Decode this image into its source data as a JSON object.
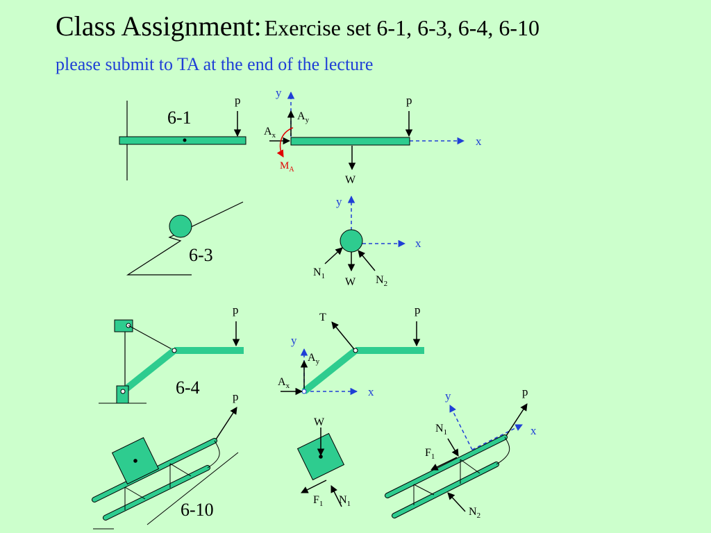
{
  "header": {
    "title_main": "Class Assignment:",
    "title_rest": "Exercise set 6-1, 6-3, 6-4, 6-10",
    "subtitle": "please submit to TA at the end of the lecture"
  },
  "colors": {
    "accent": "#2ecc8f",
    "axis": "#1f3fd6",
    "moment": "#e00000",
    "background": "#ccffcc"
  },
  "labels": {
    "p": "p",
    "y": "y",
    "x": "x",
    "W": "W",
    "T": "T",
    "A": "A",
    "sub_x": "x",
    "sub_y": "y",
    "M": "M",
    "sub_A": "A",
    "N": "N",
    "F": "F",
    "sub_1": "1",
    "sub_2": "2"
  },
  "problems": {
    "p1": "6-1",
    "p3": "6-3",
    "p4": "6-4",
    "p10": "6-10"
  }
}
